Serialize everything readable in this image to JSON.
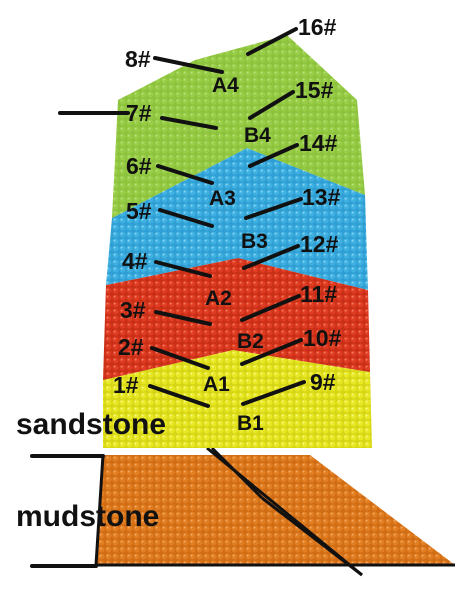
{
  "colors": {
    "green": "#8cc23c",
    "blue": "#37a9dc",
    "red": "#d9371f",
    "yellow": "#e3e31d",
    "orange": "#e07a1f"
  },
  "rock_labels": {
    "sandstone": "sandstone",
    "mudstone": "mudstone"
  },
  "zone_labels": {
    "A4": "A4",
    "B4": "B4",
    "A3": "A3",
    "B3": "B3",
    "A2": "A2",
    "B2": "B2",
    "A1": "A1",
    "B1": "B1"
  },
  "point_labels": {
    "p1": "1#",
    "p2": "2#",
    "p3": "3#",
    "p4": "4#",
    "p5": "5#",
    "p6": "6#",
    "p7": "7#",
    "p8": "8#",
    "p9": "9#",
    "p10": "10#",
    "p11": "11#",
    "p12": "12#",
    "p13": "13#",
    "p14": "14#",
    "p15": "15#",
    "p16": "16#"
  }
}
